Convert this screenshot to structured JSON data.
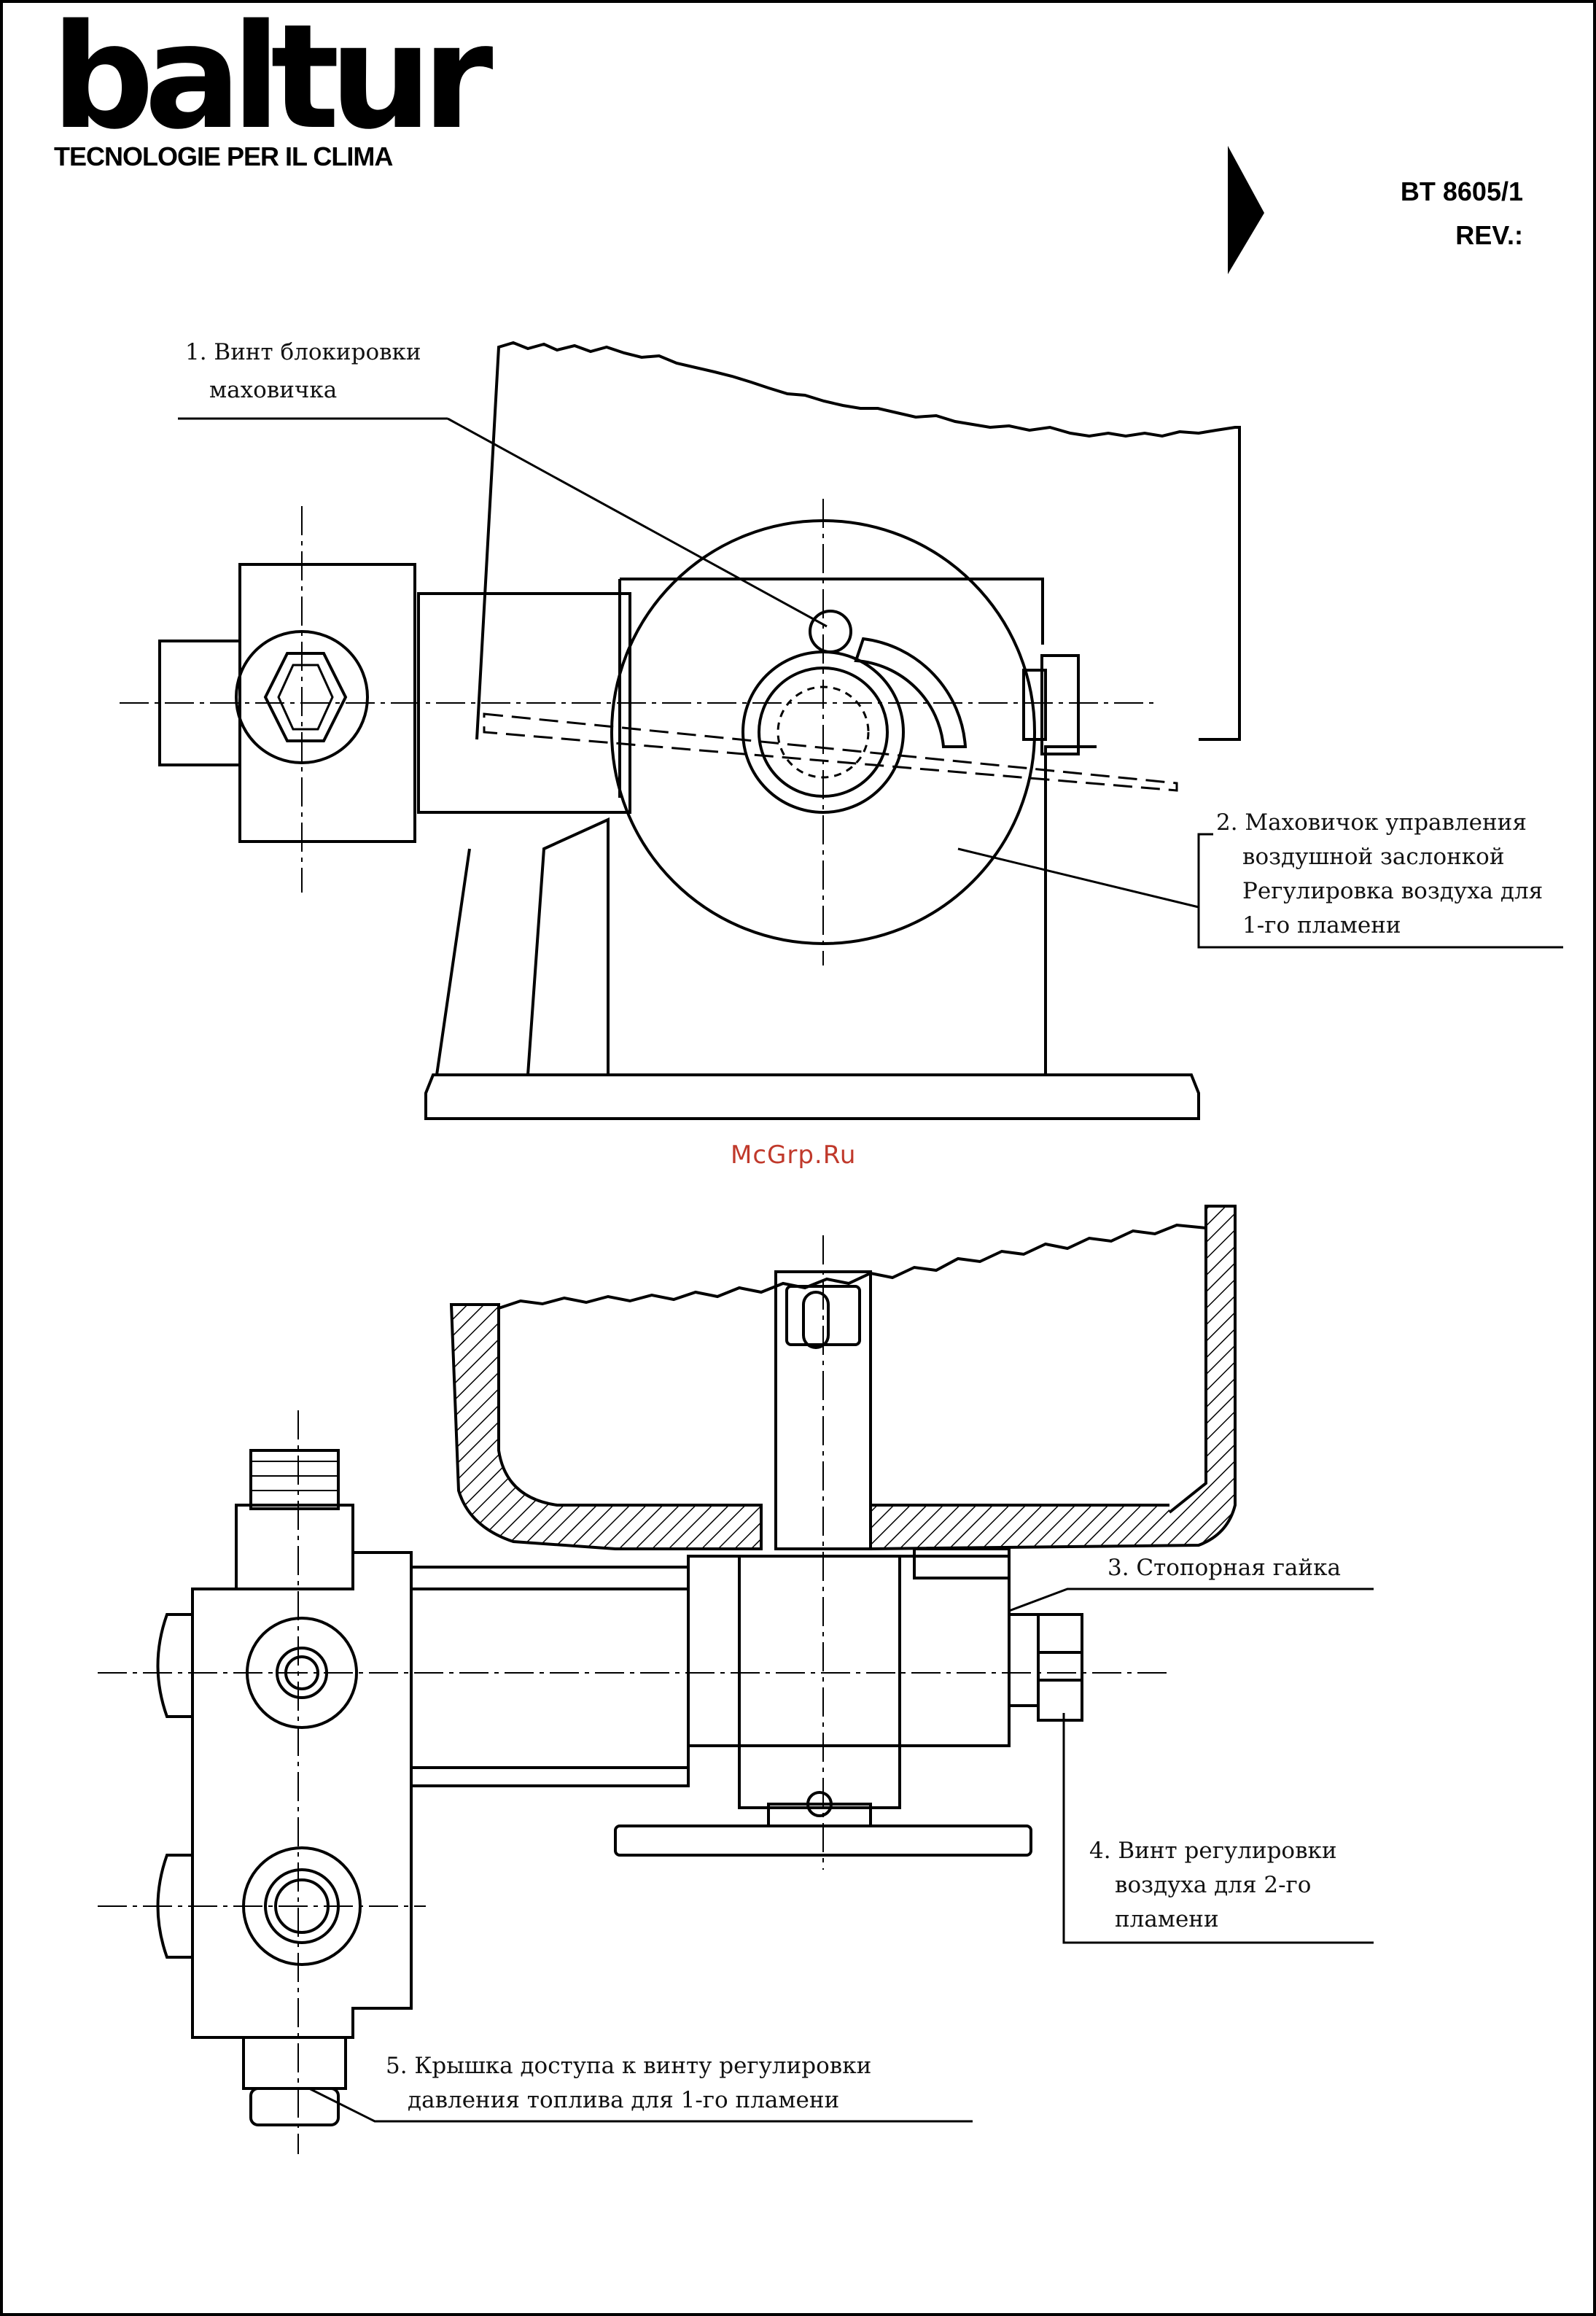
{
  "header": {
    "logo_text": "baltur",
    "tagline": "TECNOLOGIE PER IL CLIMA",
    "doc_number": "BT 8605/1",
    "revision": "REV.:"
  },
  "watermark": "McGrp.Ru",
  "callouts": {
    "c1": [
      "1. Винт блокировки",
      "маховичка"
    ],
    "c2": [
      "2. Маховичок управления",
      "воздушной заслонкой",
      "Регулировка воздуха для",
      "1-го пламени"
    ],
    "c3": [
      "3. Стопорная гайка"
    ],
    "c4": [
      "4. Винт регулировки",
      "воздуха для 2-го",
      "пламени"
    ],
    "c5": [
      "5. Крышка доступа к винту регулировки",
      "давления топлива для 1-го пламени"
    ]
  }
}
